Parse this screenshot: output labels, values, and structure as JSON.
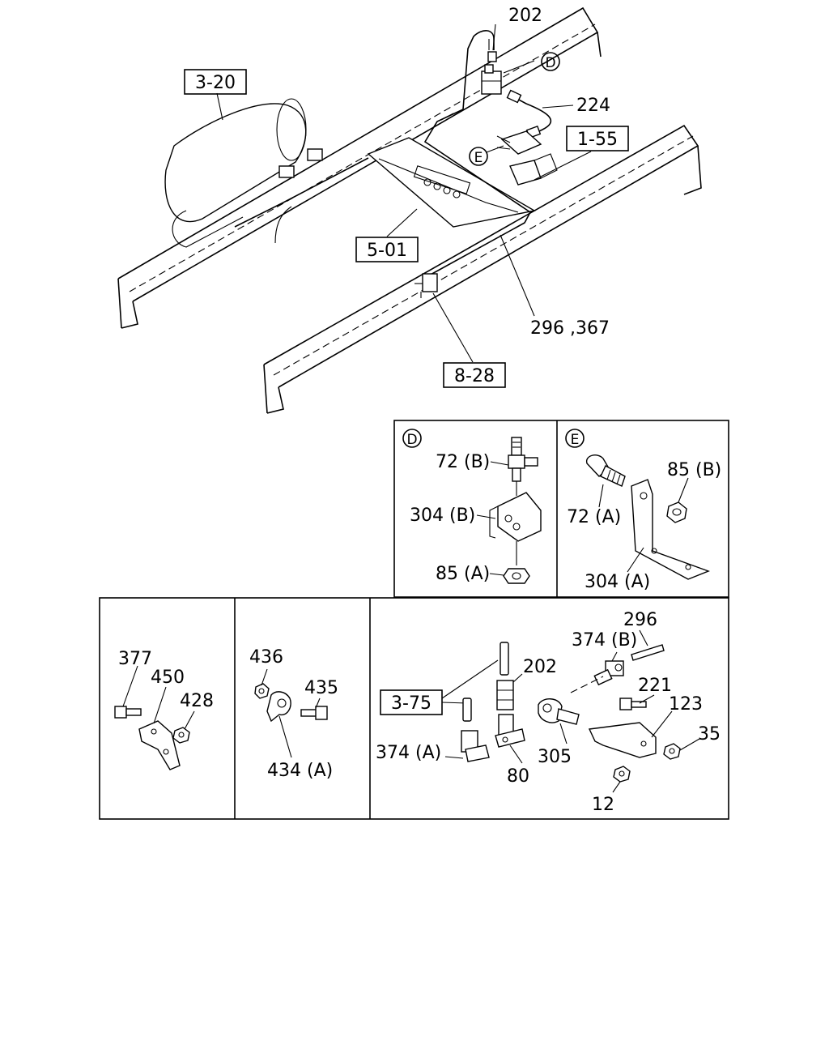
{
  "main_view": {
    "labels": {
      "p202": "202",
      "p224": "224",
      "p296_367": "296 ,367"
    },
    "ref_boxes": {
      "r3_20": "3-20",
      "r1_55": "1-55",
      "r5_01": "5-01",
      "r8_28": "8-28"
    },
    "callouts": {
      "d": "D",
      "e": "E"
    }
  },
  "detail_d": {
    "badge": "D",
    "labels": {
      "p72b": "72 (B)",
      "p304b": "304 (B)",
      "p85a": "85 (A)"
    }
  },
  "detail_e": {
    "badge": "E",
    "labels": {
      "p72a": "72 (A)",
      "p85b": "85 (B)",
      "p304a": "304 (A)"
    }
  },
  "panel_1": {
    "labels": {
      "p377": "377",
      "p450": "450",
      "p428": "428"
    }
  },
  "panel_2": {
    "labels": {
      "p436": "436",
      "p435": "435",
      "p434a": "434 (A)"
    }
  },
  "panel_3": {
    "ref_boxes": {
      "r3_75": "3-75"
    },
    "labels": {
      "p296": "296",
      "p374b": "374 (B)",
      "p202": "202",
      "p221": "221",
      "p123": "123",
      "p35": "35",
      "p374a": "374 (A)",
      "p305": "305",
      "p80": "80",
      "p12": "12"
    }
  }
}
